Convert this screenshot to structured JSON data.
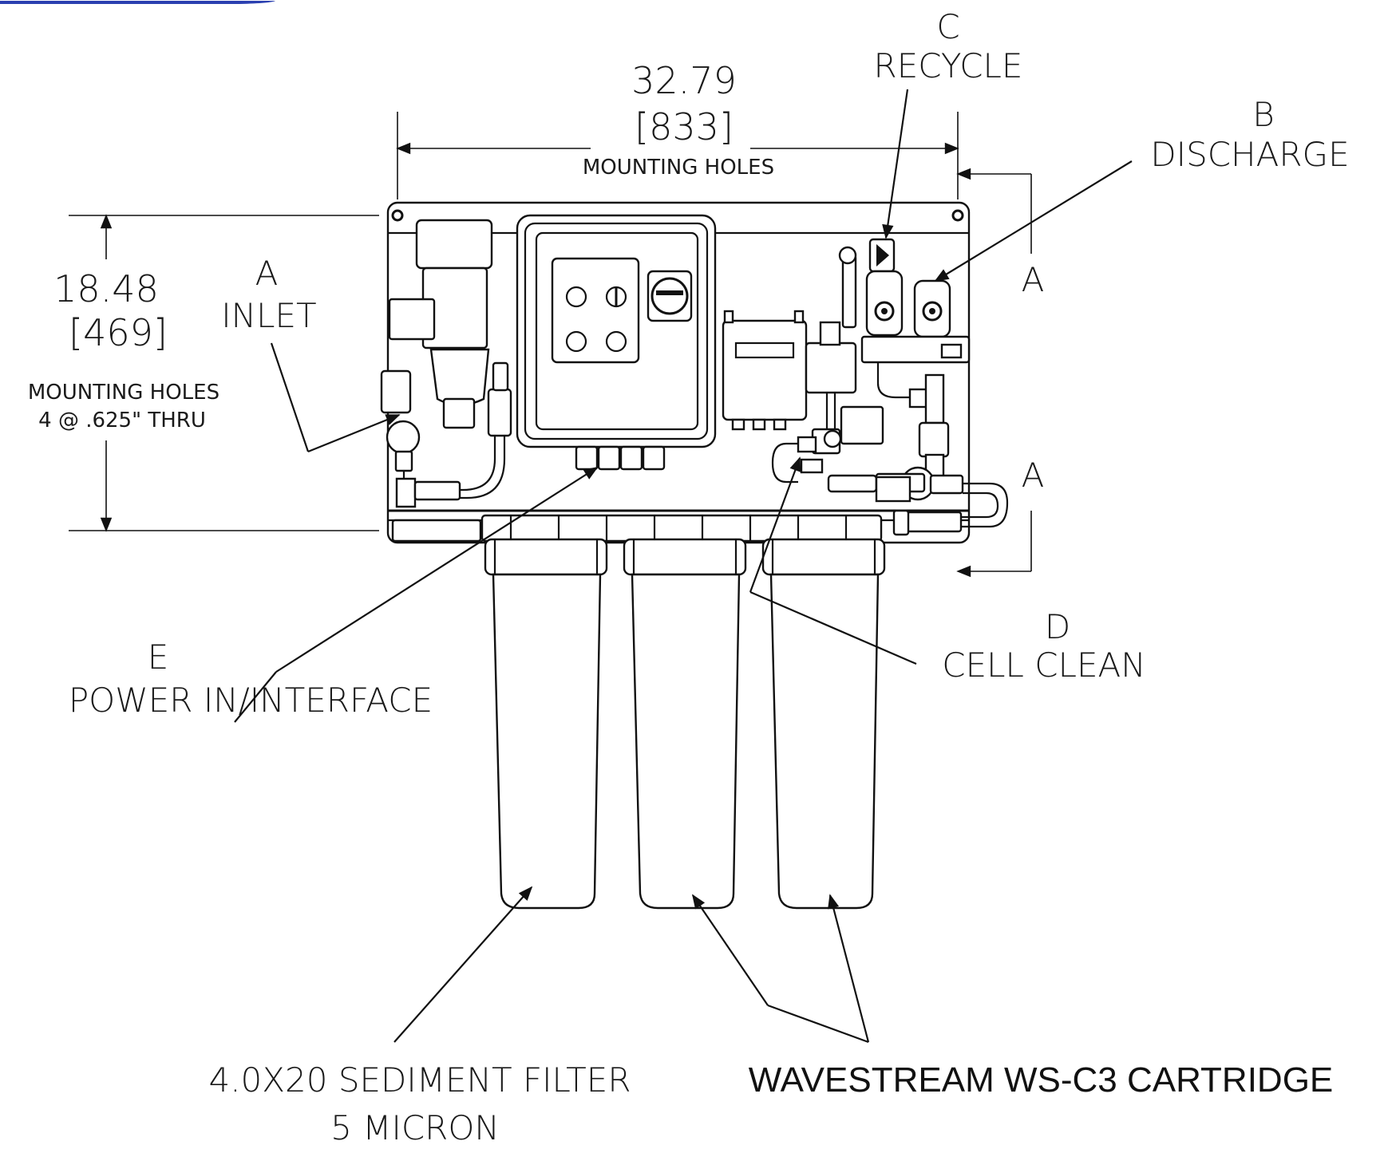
{
  "dimensions": {
    "width_value": "32.79",
    "width_metric": "[833]",
    "width_note": "MOUNTING HOLES",
    "height_value": "18.48",
    "height_metric": "[469]",
    "height_note_1": "MOUNTING HOLES",
    "height_note_2": "4 @ .625\" THRU"
  },
  "callouts": {
    "inlet_letter": "A",
    "inlet_label": "INLET",
    "recycle_letter": "C",
    "recycle_label": "RECYCLE",
    "discharge_letter": "B",
    "discharge_label": "DISCHARGE",
    "section_a_top": "A",
    "section_a_bottom": "A",
    "cellclean_letter": "D",
    "cellclean_label": "CELL CLEAN",
    "power_letter": "E",
    "power_label": "POWER IN/INTERFACE",
    "sediment_label_1": "4.0X20 SEDIMENT FILTER",
    "sediment_label_2": "5 MICRON",
    "cartridge_label": "WAVESTREAM WS-C3 CARTRIDGE"
  },
  "colors": {
    "line": "#111111",
    "background": "#ffffff",
    "corner_accent": "#2a3fb0"
  }
}
